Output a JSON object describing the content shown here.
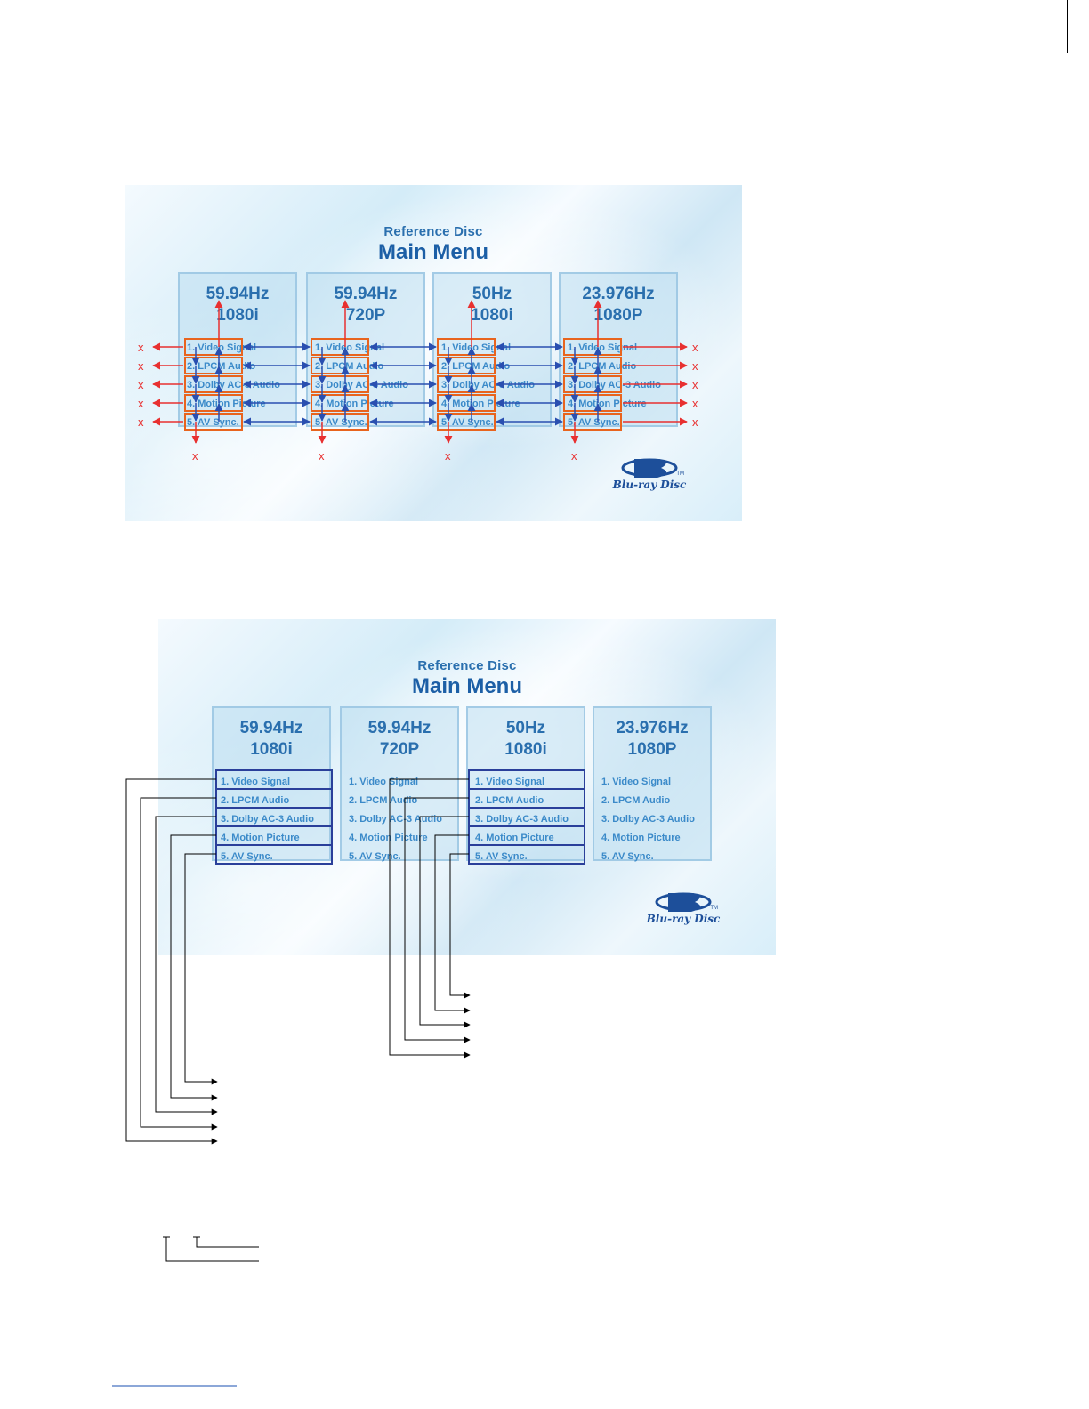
{
  "menu": {
    "subtitle": "Reference Disc",
    "title": "Main Menu",
    "columns": [
      {
        "rate": "59.94Hz",
        "format": "1080i"
      },
      {
        "rate": "59.94Hz",
        "format": "720P"
      },
      {
        "rate": "50Hz",
        "format": "1080i"
      },
      {
        "rate": "23.976Hz",
        "format": "1080P"
      }
    ],
    "items": [
      "1. Video Signal",
      "2. LPCM Audio",
      "3. Dolby AC-3 Audio",
      "4. Motion Picture",
      "5. AV Sync."
    ]
  },
  "logo": {
    "text": "Blu-ray Disc",
    "tm": "TM"
  },
  "diagram1": {
    "dead_end_marker": "x",
    "box_color": "#e8641e",
    "arrow_color": "#2a4fb0",
    "dead_end_color": "#e83030"
  },
  "diagram2": {
    "box_color": "#2a3f9a",
    "line_color": "#000000"
  }
}
